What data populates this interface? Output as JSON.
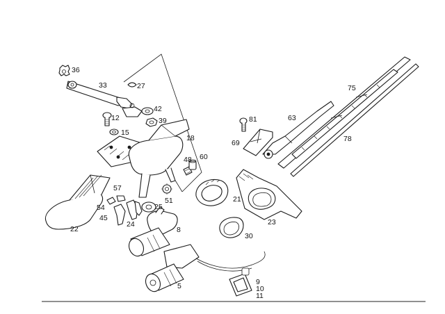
{
  "callouts": {
    "c5": "5",
    "c8": "8",
    "c9": "9",
    "c10": "10",
    "c11": "11",
    "c12": "12",
    "c15": "15",
    "c18": "18",
    "c21": "21",
    "c22": "22",
    "c23": "23",
    "c24": "24",
    "c25": "25",
    "c27": "27",
    "c30": "30",
    "c33": "33",
    "c36": "36",
    "c39": "39",
    "c42": "42",
    "c45": "45",
    "c48": "48",
    "c51": "51",
    "c54": "54",
    "c57": "57",
    "c60": "60",
    "c63": "63",
    "c69": "69",
    "c75": "75",
    "c78": "78",
    "c81": "81"
  }
}
